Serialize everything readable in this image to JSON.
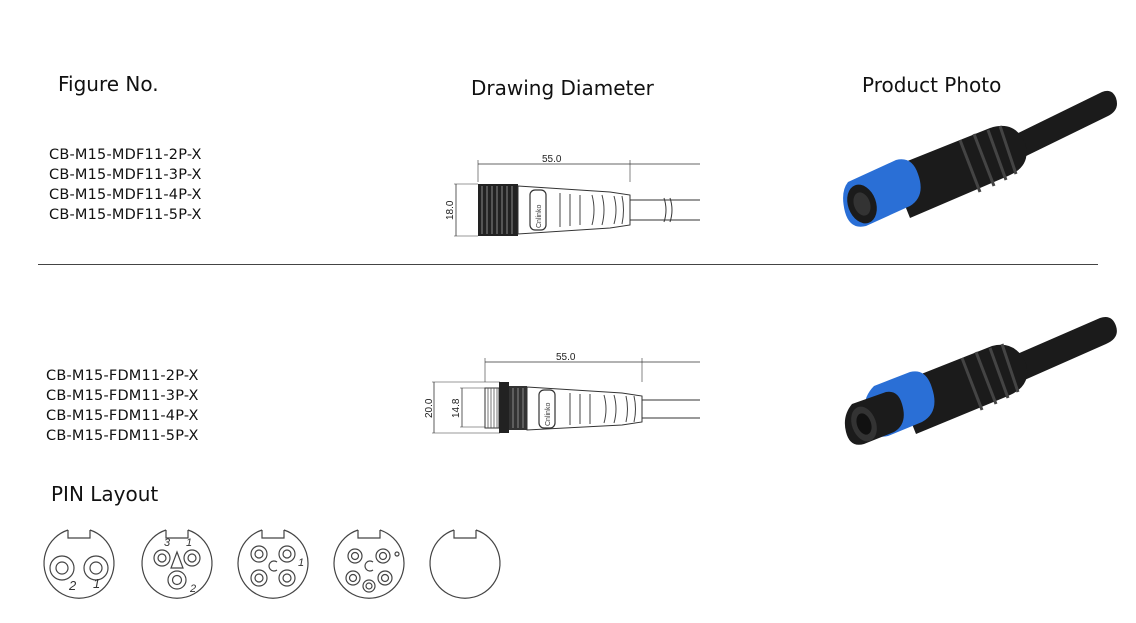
{
  "headers": {
    "figure_no": "Figure No.",
    "drawing_diameter": "Drawing Diameter",
    "product_photo": "Product Photo"
  },
  "section1": {
    "parts": [
      "CB-M15-MDF11-2P-X",
      "CB-M15-MDF11-3P-X",
      "CB-M15-MDF11-4P-X",
      "CB-M15-MDF11-5P-X"
    ],
    "drawing": {
      "length": "55.0",
      "diameter": "18.0",
      "logo": "Cnlinko"
    }
  },
  "section2": {
    "parts": [
      "CB-M15-FDM11-2P-X",
      "CB-M15-FDM11-3P-X",
      "CB-M15-FDM11-4P-X",
      "CB-M15-FDM11-5P-X"
    ],
    "drawing": {
      "length": "55.0",
      "outer_diameter": "20.0",
      "inner_diameter": "14.8",
      "logo": "Cnlinko"
    }
  },
  "pin_layout": {
    "title": "PIN Layout",
    "pin2": [
      "2",
      "1"
    ],
    "pin3": [
      "3",
      "1",
      "2"
    ],
    "pin4": [
      "1"
    ],
    "pin5": []
  },
  "colors": {
    "connector_blue": "#2a6fd6",
    "connector_body": "#1b1b1b"
  }
}
